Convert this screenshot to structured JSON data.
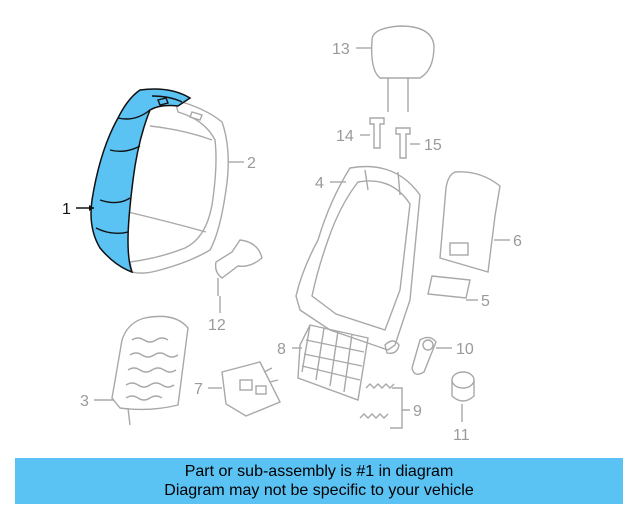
{
  "callouts": {
    "p1": "1",
    "p2": "2",
    "p3": "3",
    "p4": "4",
    "p5": "5",
    "p6": "6",
    "p7": "7",
    "p8": "8",
    "p9": "9",
    "p10": "10",
    "p11": "11",
    "p12": "12",
    "p13": "13",
    "p14": "14",
    "p15": "15"
  },
  "highlight_color": "#5bc2f4",
  "banner": {
    "line1": "Part or sub-assembly is #1 in diagram",
    "line2": "Diagram may not be specific to your vehicle"
  }
}
